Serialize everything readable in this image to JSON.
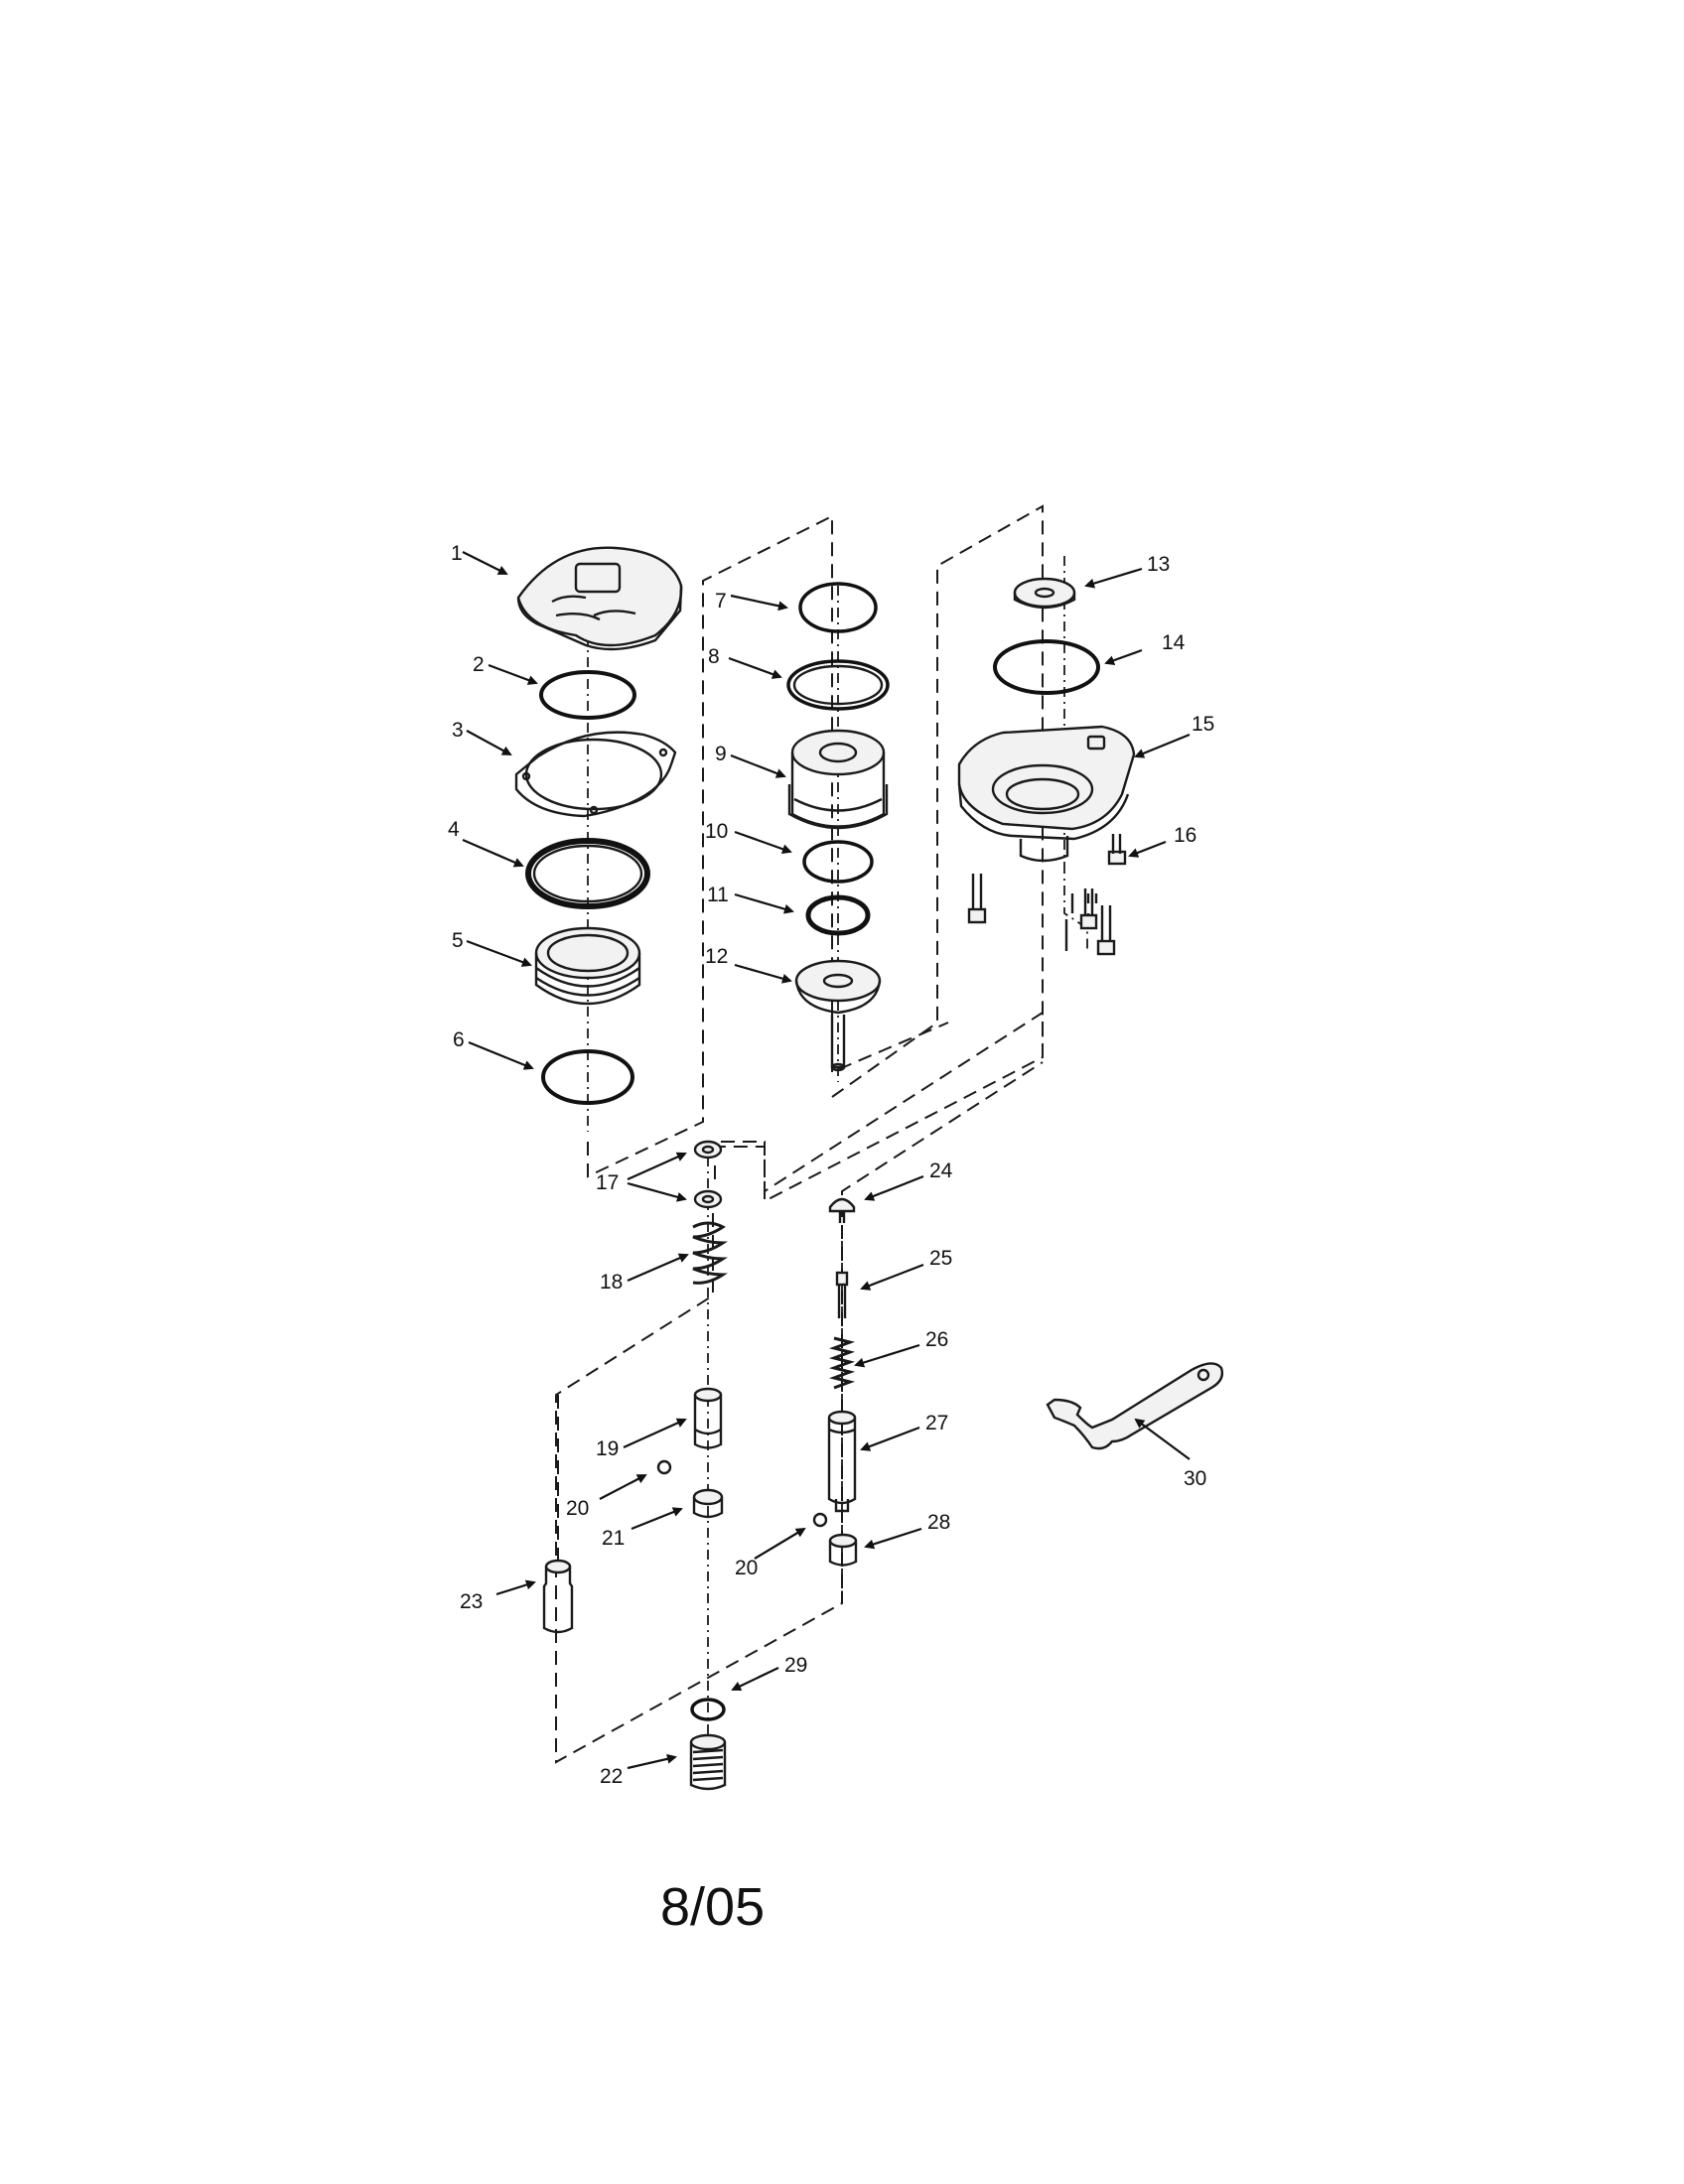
{
  "diagram": {
    "callouts": [
      "1",
      "2",
      "3",
      "4",
      "5",
      "6",
      "7",
      "8",
      "9",
      "10",
      "11",
      "12",
      "13",
      "14",
      "15",
      "16",
      "17",
      "18",
      "19",
      "20",
      "21",
      "22",
      "23",
      "24",
      "25",
      "26",
      "27",
      "28",
      "29",
      "30"
    ],
    "date_code": "8/05"
  }
}
